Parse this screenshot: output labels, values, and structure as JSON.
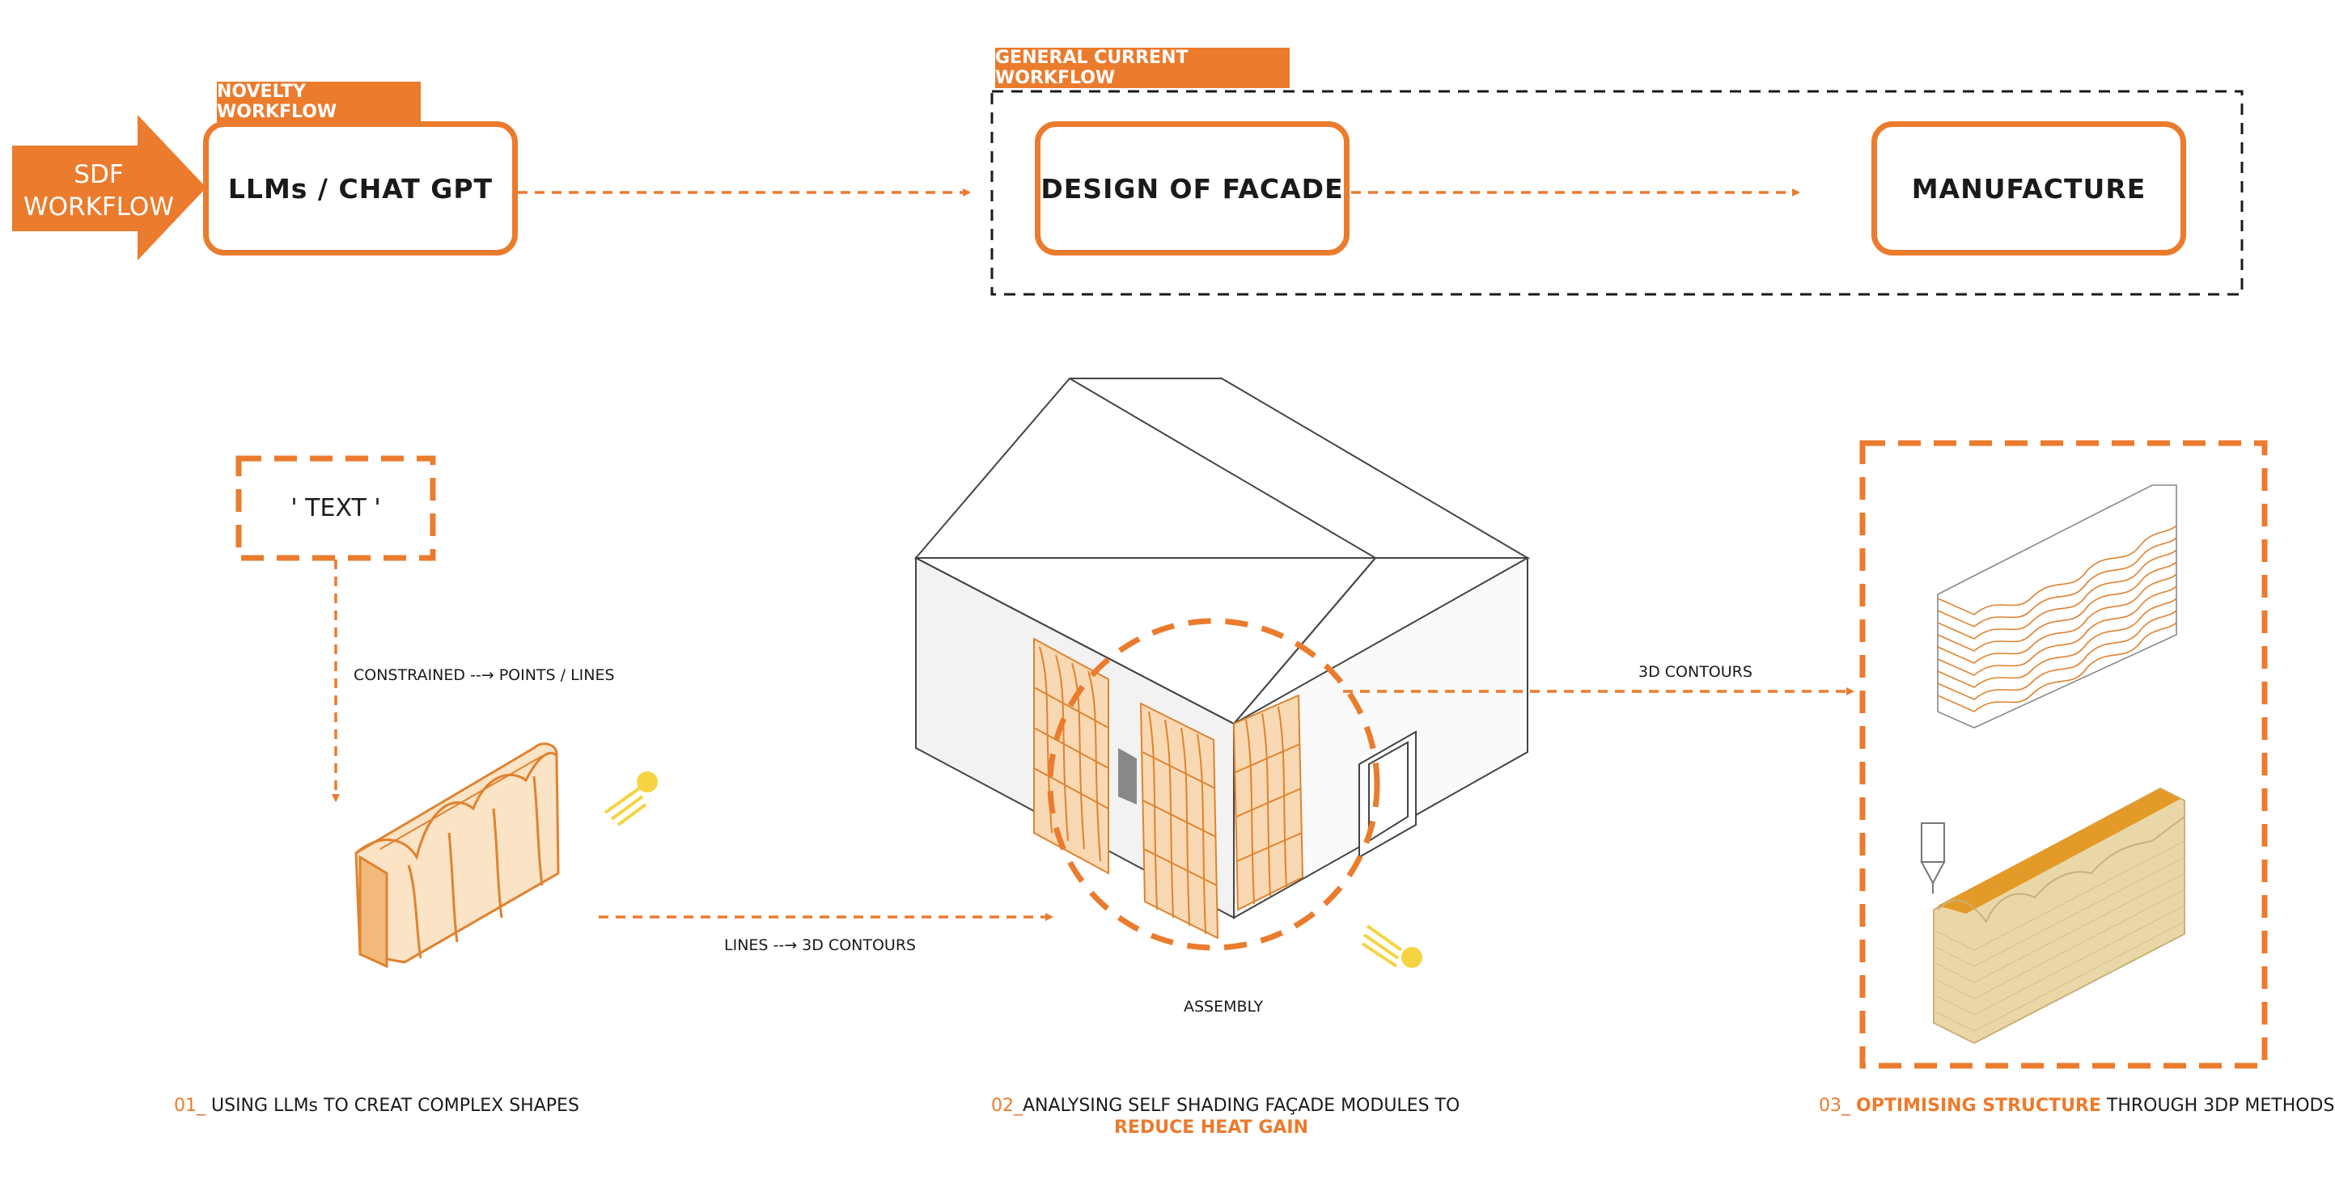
{
  "colors": {
    "accent": "#EB7B2D",
    "fill_light": "#F9D9B3",
    "fill_dark": "#E9A45E",
    "sun": "#F6D341"
  },
  "top": {
    "sdf_arrow": {
      "line1": "SDF",
      "line2": "WORKFLOW"
    },
    "novelty_tag": "NOVELTY WORKFLOW",
    "general_tag": "GENERAL CURRENT WORKFLOW",
    "boxes": {
      "llm": "LLMs / CHAT GPT",
      "design": "DESIGN OF FACADE",
      "manufacture": "MANUFACTURE"
    }
  },
  "stage1": {
    "text_box": "' TEXT '",
    "constrained_label": "CONSTRAINED --→ POINTS / LINES",
    "lines_label": "LINES --→ 3D CONTOURS",
    "caption_num": "01_",
    "caption_text": "USING LLMs TO CREAT COMPLEX SHAPES"
  },
  "stage2": {
    "assembly_label": "ASSEMBLY",
    "contours_label": "3D CONTOURS",
    "caption_num": "02_",
    "caption_text": "ANALYSING SELF SHADING FAÇADE MODULES TO",
    "caption_highlight": "REDUCE HEAT GAIN"
  },
  "stage3": {
    "caption_num": "03_",
    "caption_highlight": "OPTIMISING STRUCTURE",
    "caption_text": " THROUGH 3DP METHODS"
  },
  "icons": [
    "right-arrow-icon",
    "sun-icon",
    "3d-print-nozzle-icon"
  ]
}
